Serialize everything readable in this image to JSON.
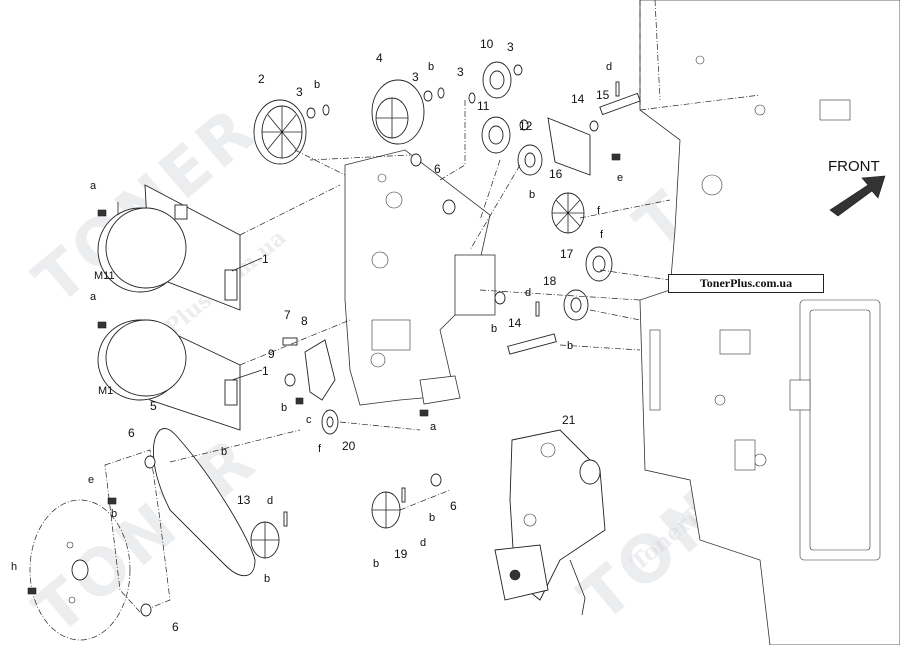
{
  "watermark": {
    "brand": "TONER",
    "url": "TonerPlus.com.ua",
    "badge": "TonerPlus.com.ua"
  },
  "direction": {
    "label": "FRONT"
  },
  "callouts": {
    "p1a": "1",
    "p1b": "1",
    "p2": "2",
    "p3a": "3",
    "p3b": "3",
    "p3c": "3",
    "p3d": "3",
    "p4": "4",
    "p5": "5",
    "p6a": "6",
    "p6b": "6",
    "p6c": "6",
    "p6d": "6",
    "p7": "7",
    "p8": "8",
    "p9": "9",
    "p10": "10",
    "p11": "11",
    "p12": "12",
    "p13": "13",
    "p14a": "14",
    "p14b": "14",
    "p15": "15",
    "p16": "16",
    "p17": "17",
    "p18": "18",
    "p19": "19",
    "p20": "20",
    "p21": "21",
    "m11": "M11",
    "m1": "M1"
  },
  "letters": {
    "a1": "a",
    "a2": "a",
    "a3": "a",
    "b1": "b",
    "b2": "b",
    "b3": "b",
    "b4": "b",
    "b5": "b",
    "b6": "b",
    "b7": "b",
    "b8": "b",
    "b9": "b",
    "b10": "b",
    "b11": "b",
    "c1": "c",
    "d1": "d",
    "d2": "d",
    "d3": "d",
    "d4": "d",
    "e1": "e",
    "e2": "e",
    "f1": "f",
    "f2": "f",
    "f3": "f",
    "h1": "h"
  },
  "colors": {
    "line": "#222222",
    "watermark": "#c9cdd3",
    "arrow": "#333333"
  }
}
